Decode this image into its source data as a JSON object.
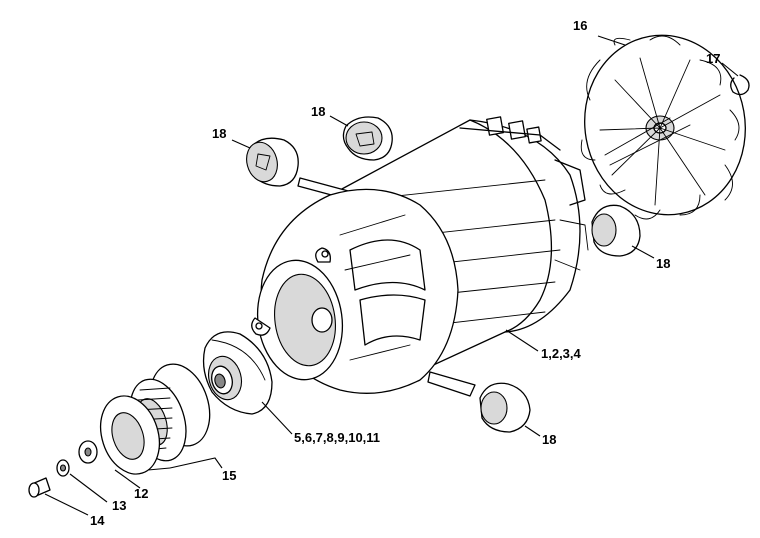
{
  "colors": {
    "ink": "#000000",
    "paper": "#ffffff",
    "shade": "#d9d9d9",
    "dark": "#888888"
  },
  "labels": {
    "motor_stator": "1,2,3,4",
    "bearing_housing": "5,6,7,8,9,10,11",
    "thrust_bearing": "15",
    "bearing_race": "12",
    "washer": "13",
    "screw": "14",
    "fan": "16",
    "circlip": "17",
    "damper_top_left": "18",
    "damper_top_center": "18",
    "damper_right": "18",
    "damper_bottom": "18"
  }
}
